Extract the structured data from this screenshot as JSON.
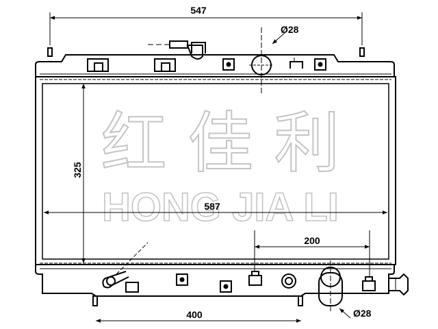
{
  "dimensions": {
    "top_width": "547",
    "core_width": "587",
    "core_height": "325",
    "inlet_offset": "200",
    "outlet_spacing": "400",
    "top_port_diameter": "Ø28",
    "bottom_port_diameter": "Ø28"
  },
  "watermark": {
    "chinese": "红 佳 利",
    "latin": "HONG JIA LI"
  },
  "colors": {
    "line": "#000000",
    "watermark": "#c4c4c4",
    "background": "#ffffff"
  }
}
